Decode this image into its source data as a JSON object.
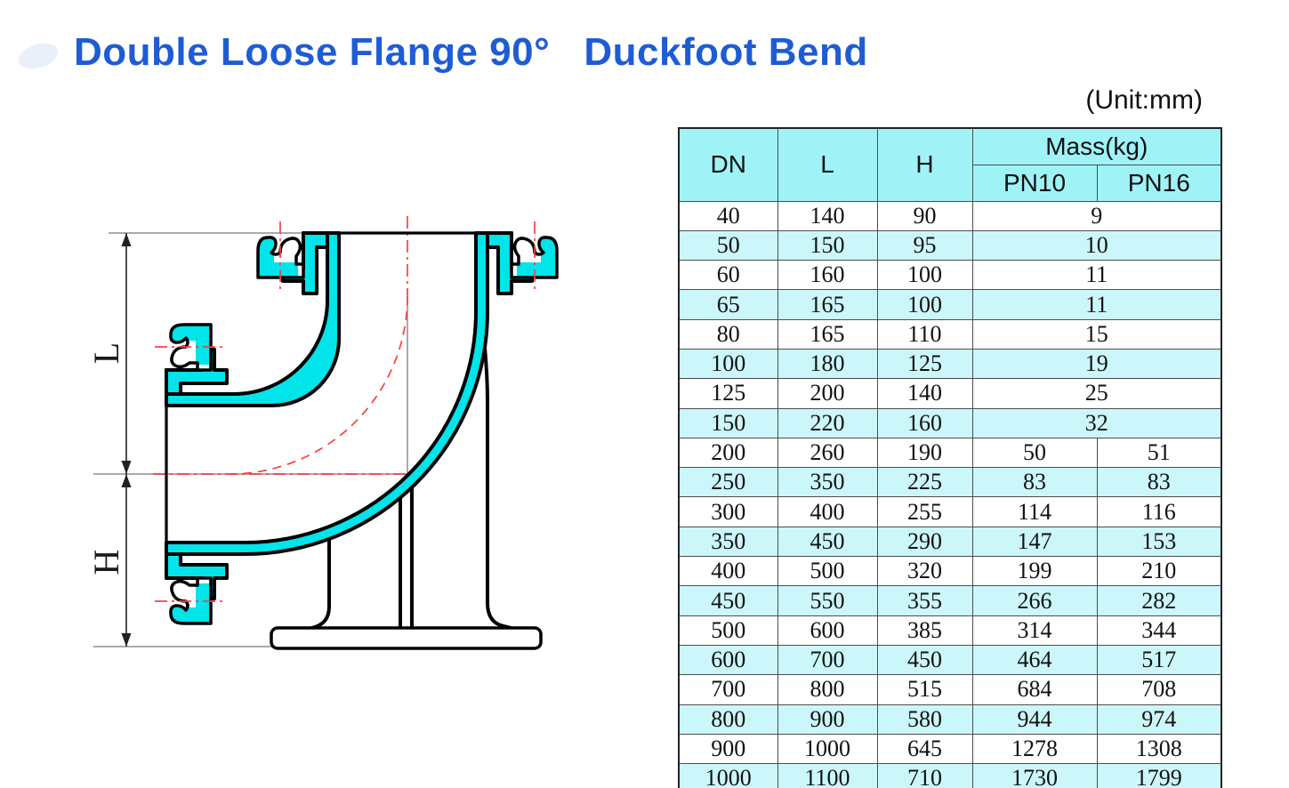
{
  "title": "Double Loose Flange 90°   Duckfoot Bend",
  "unit_note": "(Unit:mm)",
  "colors": {
    "title_blue": "#1E5CD6",
    "drawing_cyan": "#00E4EA",
    "table_header_bg": "#9FF3F6",
    "table_row_alt_bg": "#CCF7FA",
    "centerline_red": "#F94040"
  },
  "diagram": {
    "label_l": "L",
    "label_h": "H",
    "description": "Cross-section of a double loose flange 90 degree duckfoot bend with support base, dimension L from top flange face to outlet centerline, dimension H from outlet centerline to base bottom"
  },
  "table": {
    "headers": {
      "dn": "DN",
      "l": "L",
      "h": "H",
      "mass": "Mass(kg)",
      "pn10": "PN10",
      "pn16": "PN16"
    },
    "rows": [
      {
        "dn": "40",
        "l": "140",
        "h": "90",
        "mass": "9"
      },
      {
        "dn": "50",
        "l": "150",
        "h": "95",
        "mass": "10"
      },
      {
        "dn": "60",
        "l": "160",
        "h": "100",
        "mass": "11"
      },
      {
        "dn": "65",
        "l": "165",
        "h": "100",
        "mass": "11"
      },
      {
        "dn": "80",
        "l": "165",
        "h": "110",
        "mass": "15"
      },
      {
        "dn": "100",
        "l": "180",
        "h": "125",
        "mass": "19"
      },
      {
        "dn": "125",
        "l": "200",
        "h": "140",
        "mass": "25"
      },
      {
        "dn": "150",
        "l": "220",
        "h": "160",
        "mass": "32"
      },
      {
        "dn": "200",
        "l": "260",
        "h": "190",
        "pn10": "50",
        "pn16": "51"
      },
      {
        "dn": "250",
        "l": "350",
        "h": "225",
        "pn10": "83",
        "pn16": "83"
      },
      {
        "dn": "300",
        "l": "400",
        "h": "255",
        "pn10": "114",
        "pn16": "116"
      },
      {
        "dn": "350",
        "l": "450",
        "h": "290",
        "pn10": "147",
        "pn16": "153"
      },
      {
        "dn": "400",
        "l": "500",
        "h": "320",
        "pn10": "199",
        "pn16": "210"
      },
      {
        "dn": "450",
        "l": "550",
        "h": "355",
        "pn10": "266",
        "pn16": "282"
      },
      {
        "dn": "500",
        "l": "600",
        "h": "385",
        "pn10": "314",
        "pn16": "344"
      },
      {
        "dn": "600",
        "l": "700",
        "h": "450",
        "pn10": "464",
        "pn16": "517"
      },
      {
        "dn": "700",
        "l": "800",
        "h": "515",
        "pn10": "684",
        "pn16": "708"
      },
      {
        "dn": "800",
        "l": "900",
        "h": "580",
        "pn10": "944",
        "pn16": "974"
      },
      {
        "dn": "900",
        "l": "1000",
        "h": "645",
        "pn10": "1278",
        "pn16": "1308"
      },
      {
        "dn": "1000",
        "l": "1100",
        "h": "710",
        "pn10": "1730",
        "pn16": "1799"
      }
    ]
  }
}
